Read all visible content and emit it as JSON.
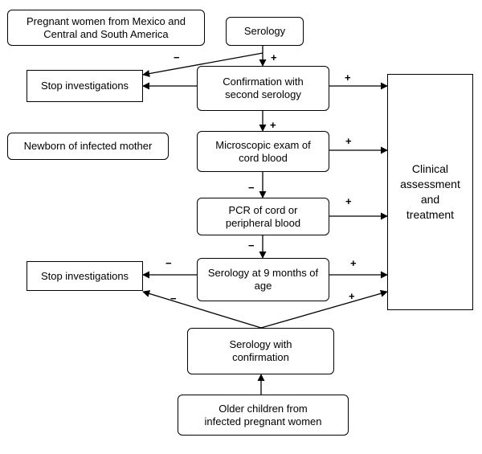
{
  "labels": {
    "pregnant_women": [
      "Pregnant women from Mexico and",
      "Central and South America"
    ],
    "serology": "Serology",
    "stop_top": "Stop investigations",
    "confirmation": [
      "Confirmation with",
      "second serology"
    ],
    "newborn": "Newborn of infected mother",
    "microscopic": [
      "Microscopic exam of",
      "cord blood"
    ],
    "clinical": [
      "Clinical",
      "assessment",
      "and",
      "treatment"
    ],
    "pcr": [
      "PCR of cord or",
      "peripheral blood"
    ],
    "serology_9m": [
      "Serology at 9 months of",
      "age"
    ],
    "stop_bottom": "Stop investigations",
    "serology_confirm": [
      "Serology with",
      "confirmation"
    ],
    "older_children": [
      "Older children from",
      "infected pregnant women"
    ]
  },
  "signs": {
    "plus": "+",
    "minus": "−"
  }
}
